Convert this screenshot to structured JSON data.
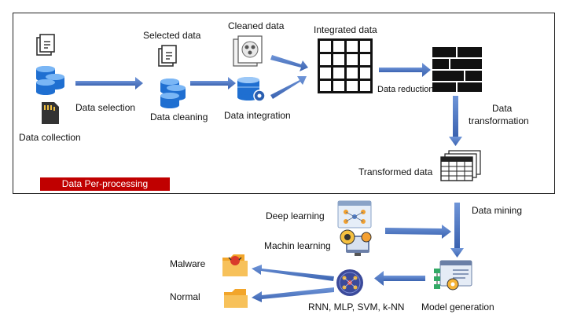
{
  "labels": {
    "selected_data": "Selected data",
    "cleaned_data": "Cleaned data",
    "integrated_data": "Integrated data",
    "data_selection": "Data selection",
    "data_collection": "Data collection",
    "data_cleaning": "Data cleaning",
    "data_integration": "Data integration",
    "data_reduction": "Data reduction",
    "data_transformation_1": "Data",
    "data_transformation_2": "transformation",
    "transformed_data": "Transformed data",
    "data_preprocessing": "Data Per-processing",
    "data_mining": "Data mining",
    "deep_learning": "Deep learning",
    "machine_learning": "Machin learning",
    "malware": "Malware",
    "normal": "Normal",
    "algorithms": "RNN, MLP, SVM, k-NN",
    "model_generation": "Model generation"
  },
  "colors": {
    "arrow": "#4472c4",
    "database": "#1f6fd1",
    "badge": "#c00000",
    "folder": "#f5b335",
    "grid": "#111111"
  }
}
